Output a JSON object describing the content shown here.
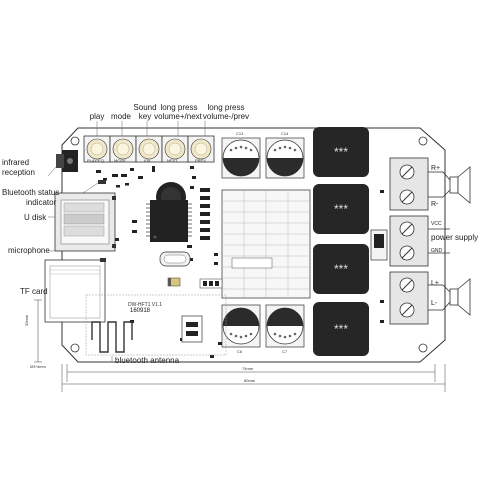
{
  "labels": {
    "play": "play",
    "mode": "mode",
    "sound_key_1": "Sound",
    "sound_key_2": "key",
    "next_1": "long press",
    "next_2": "volume+/next",
    "prev_1": "long press",
    "prev_2": "volume-/prev",
    "infrared_1": "infrared",
    "infrared_2": "reception",
    "bt_status_1": "Bluetooth status",
    "bt_status_2": "indicator",
    "u_disk": "U disk",
    "microphone": "microphone",
    "tf_card": "TF card",
    "bt_antenna": "bluetooth antenna",
    "r_plus": "R+",
    "r_minus": "R-",
    "vcc": "VCC",
    "power_supply": "power supply",
    "gnd": "GND",
    "l_plus": "L+",
    "l_minus": "L-"
  },
  "board": {
    "model": "DW-HFT1 V1.1",
    "date_code": "160918",
    "inductor_mark": "***",
    "caps": [
      "C13",
      "C14",
      "C6",
      "C7"
    ],
    "button_labels": [
      "PLAY/EQ",
      "MODE",
      "IOK",
      "NEXT",
      "PREV"
    ]
  },
  "dimensions": {
    "inner_width": "74mm",
    "outer_width": "80mm",
    "left_height": "30mm",
    "hole": "Ø3*4mm"
  }
}
